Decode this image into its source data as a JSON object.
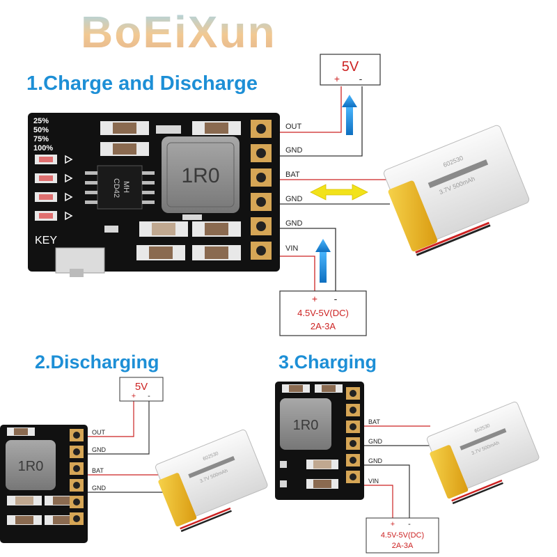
{
  "brand": {
    "text": "BoEiXun"
  },
  "sections": {
    "s1": {
      "title": "1.Charge and Discharge"
    },
    "s2": {
      "title": "2.Discharging"
    },
    "s3": {
      "title": "3.Charging"
    }
  },
  "board": {
    "levels": [
      "25%",
      "50%",
      "75%",
      "100%"
    ],
    "key_label": "KEY",
    "chip_label": [
      "MH",
      "CD42"
    ],
    "inductor_label": "1R0"
  },
  "pins": {
    "out": "OUT",
    "gnd": "GND",
    "bat": "BAT",
    "vin": "VIN"
  },
  "supplies": {
    "output": {
      "voltage": "5V",
      "plus": "+",
      "minus": "-"
    },
    "input": {
      "voltage": "4.5V-5V(DC)",
      "current": "2A-3A",
      "plus": "+",
      "minus": "-"
    }
  },
  "battery": {
    "model": "602530",
    "spec": "3.7V 500mAh"
  },
  "colors": {
    "title": "#1d8fd6",
    "wire_red": "#cc2222",
    "wire_dark": "#333333",
    "arrow_blue": "#1a8fe0",
    "arrow_yellow": "#f2e21a",
    "board": "#111111",
    "battery": "#e8b820"
  }
}
